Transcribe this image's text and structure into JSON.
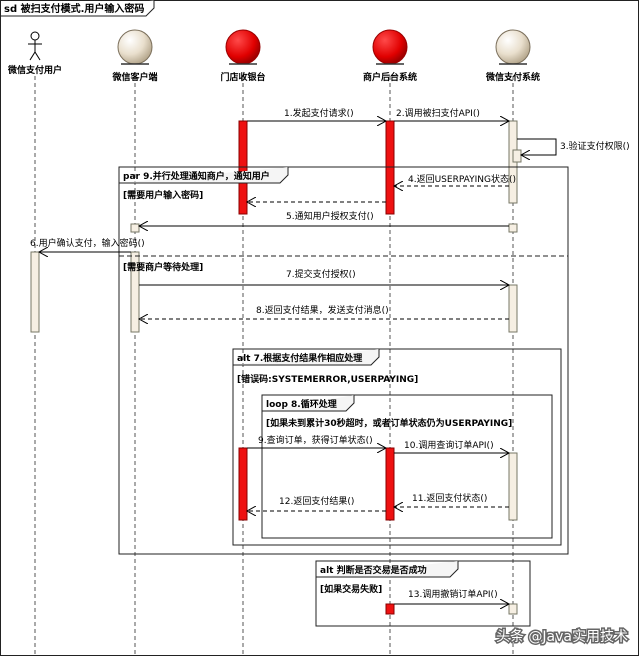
{
  "title": "sd 被扫支付模式.用户输入密码",
  "participants": [
    {
      "label": "微信支付用户",
      "type": "actor"
    },
    {
      "label": "微信客户端",
      "type": "entity"
    },
    {
      "label": "门店收银台",
      "type": "entity-red"
    },
    {
      "label": "商户后台系统",
      "type": "entity-red"
    },
    {
      "label": "微信支付系统",
      "type": "entity"
    }
  ],
  "messages": [
    "1.发起支付请求()",
    "2.调用被扫支付API()",
    "3.验证支付权限()",
    "4.返回USERPAYING状态()",
    "5.通知用户授权支付()",
    "6.用户确认支付，输入密码()",
    "7.提交支付授权()",
    "8.返回支付结果，发送支付消息()",
    "9.查询订单，获得订单状态()",
    "10.调用查询订单API()",
    "11.返回支付状态()",
    "12.返回支付结果()",
    "13.调用撤销订单API()"
  ],
  "fragments": {
    "par": {
      "label": "par 9.并行处理通知商户，通知用户",
      "guard1": "[需要用户输入密码]",
      "guard2": "[需要商户等待处理]"
    },
    "alt1": {
      "label": "alt 7.根据支付结果作相应处理",
      "guard": "[错误码:SYSTEMERROR,USERPAYING]"
    },
    "loop": {
      "label": "loop 8.循环处理",
      "guard": "[如果未到累计30秒超时，或者订单状态仍为USERPAYING]"
    },
    "alt2": {
      "label": "alt 判断是否交易是否成功",
      "guard": "[如果交易失败]"
    }
  },
  "watermark": "头条 @Java实用技术",
  "colors": {
    "activation_red": "#ee1111",
    "activation_beige": "#f6efe3",
    "entity_red": "#e00000"
  }
}
